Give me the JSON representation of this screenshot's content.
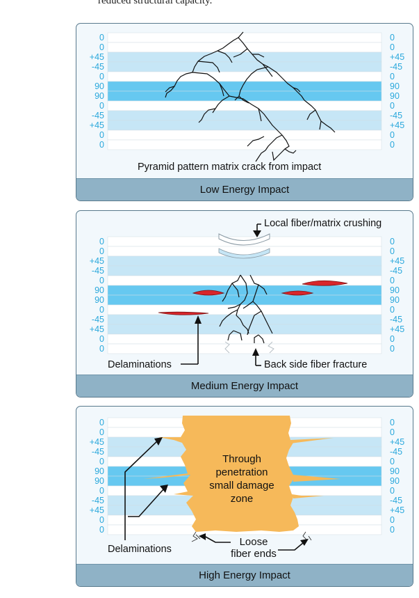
{
  "top_caption": "reduced structural capacity.",
  "ply_angles": [
    "0",
    "0",
    "+45",
    "-45",
    "0",
    "90",
    "90",
    "0",
    "-45",
    "+45",
    "0",
    "0"
  ],
  "colors": {
    "ply_white": "#ffffff",
    "ply_light": "#c6e6f6",
    "ply_90": "#66c8f0",
    "angle_text": "#2aa8dc",
    "panel_bg": "#f2f8fc",
    "footer_bg": "#8fb2c6",
    "delamination_red": "#d8262b",
    "damage_zone": "#f6b95a"
  },
  "panels": {
    "low": {
      "caption": "Pyramid pattern matrix crack from impact",
      "footer": "Low Energy Impact"
    },
    "medium": {
      "label_crushing": "Local fiber/matrix crushing",
      "label_delaminations": "Delaminations",
      "label_backside": "Back side fiber fracture",
      "footer": "Medium Energy Impact"
    },
    "high": {
      "zone_label_lines": [
        "Through",
        "penetration",
        "small damage",
        "zone"
      ],
      "label_delaminations": "Delaminations",
      "label_loose_lines": [
        "Loose",
        "fiber ends"
      ],
      "footer": "High Energy Impact"
    }
  }
}
